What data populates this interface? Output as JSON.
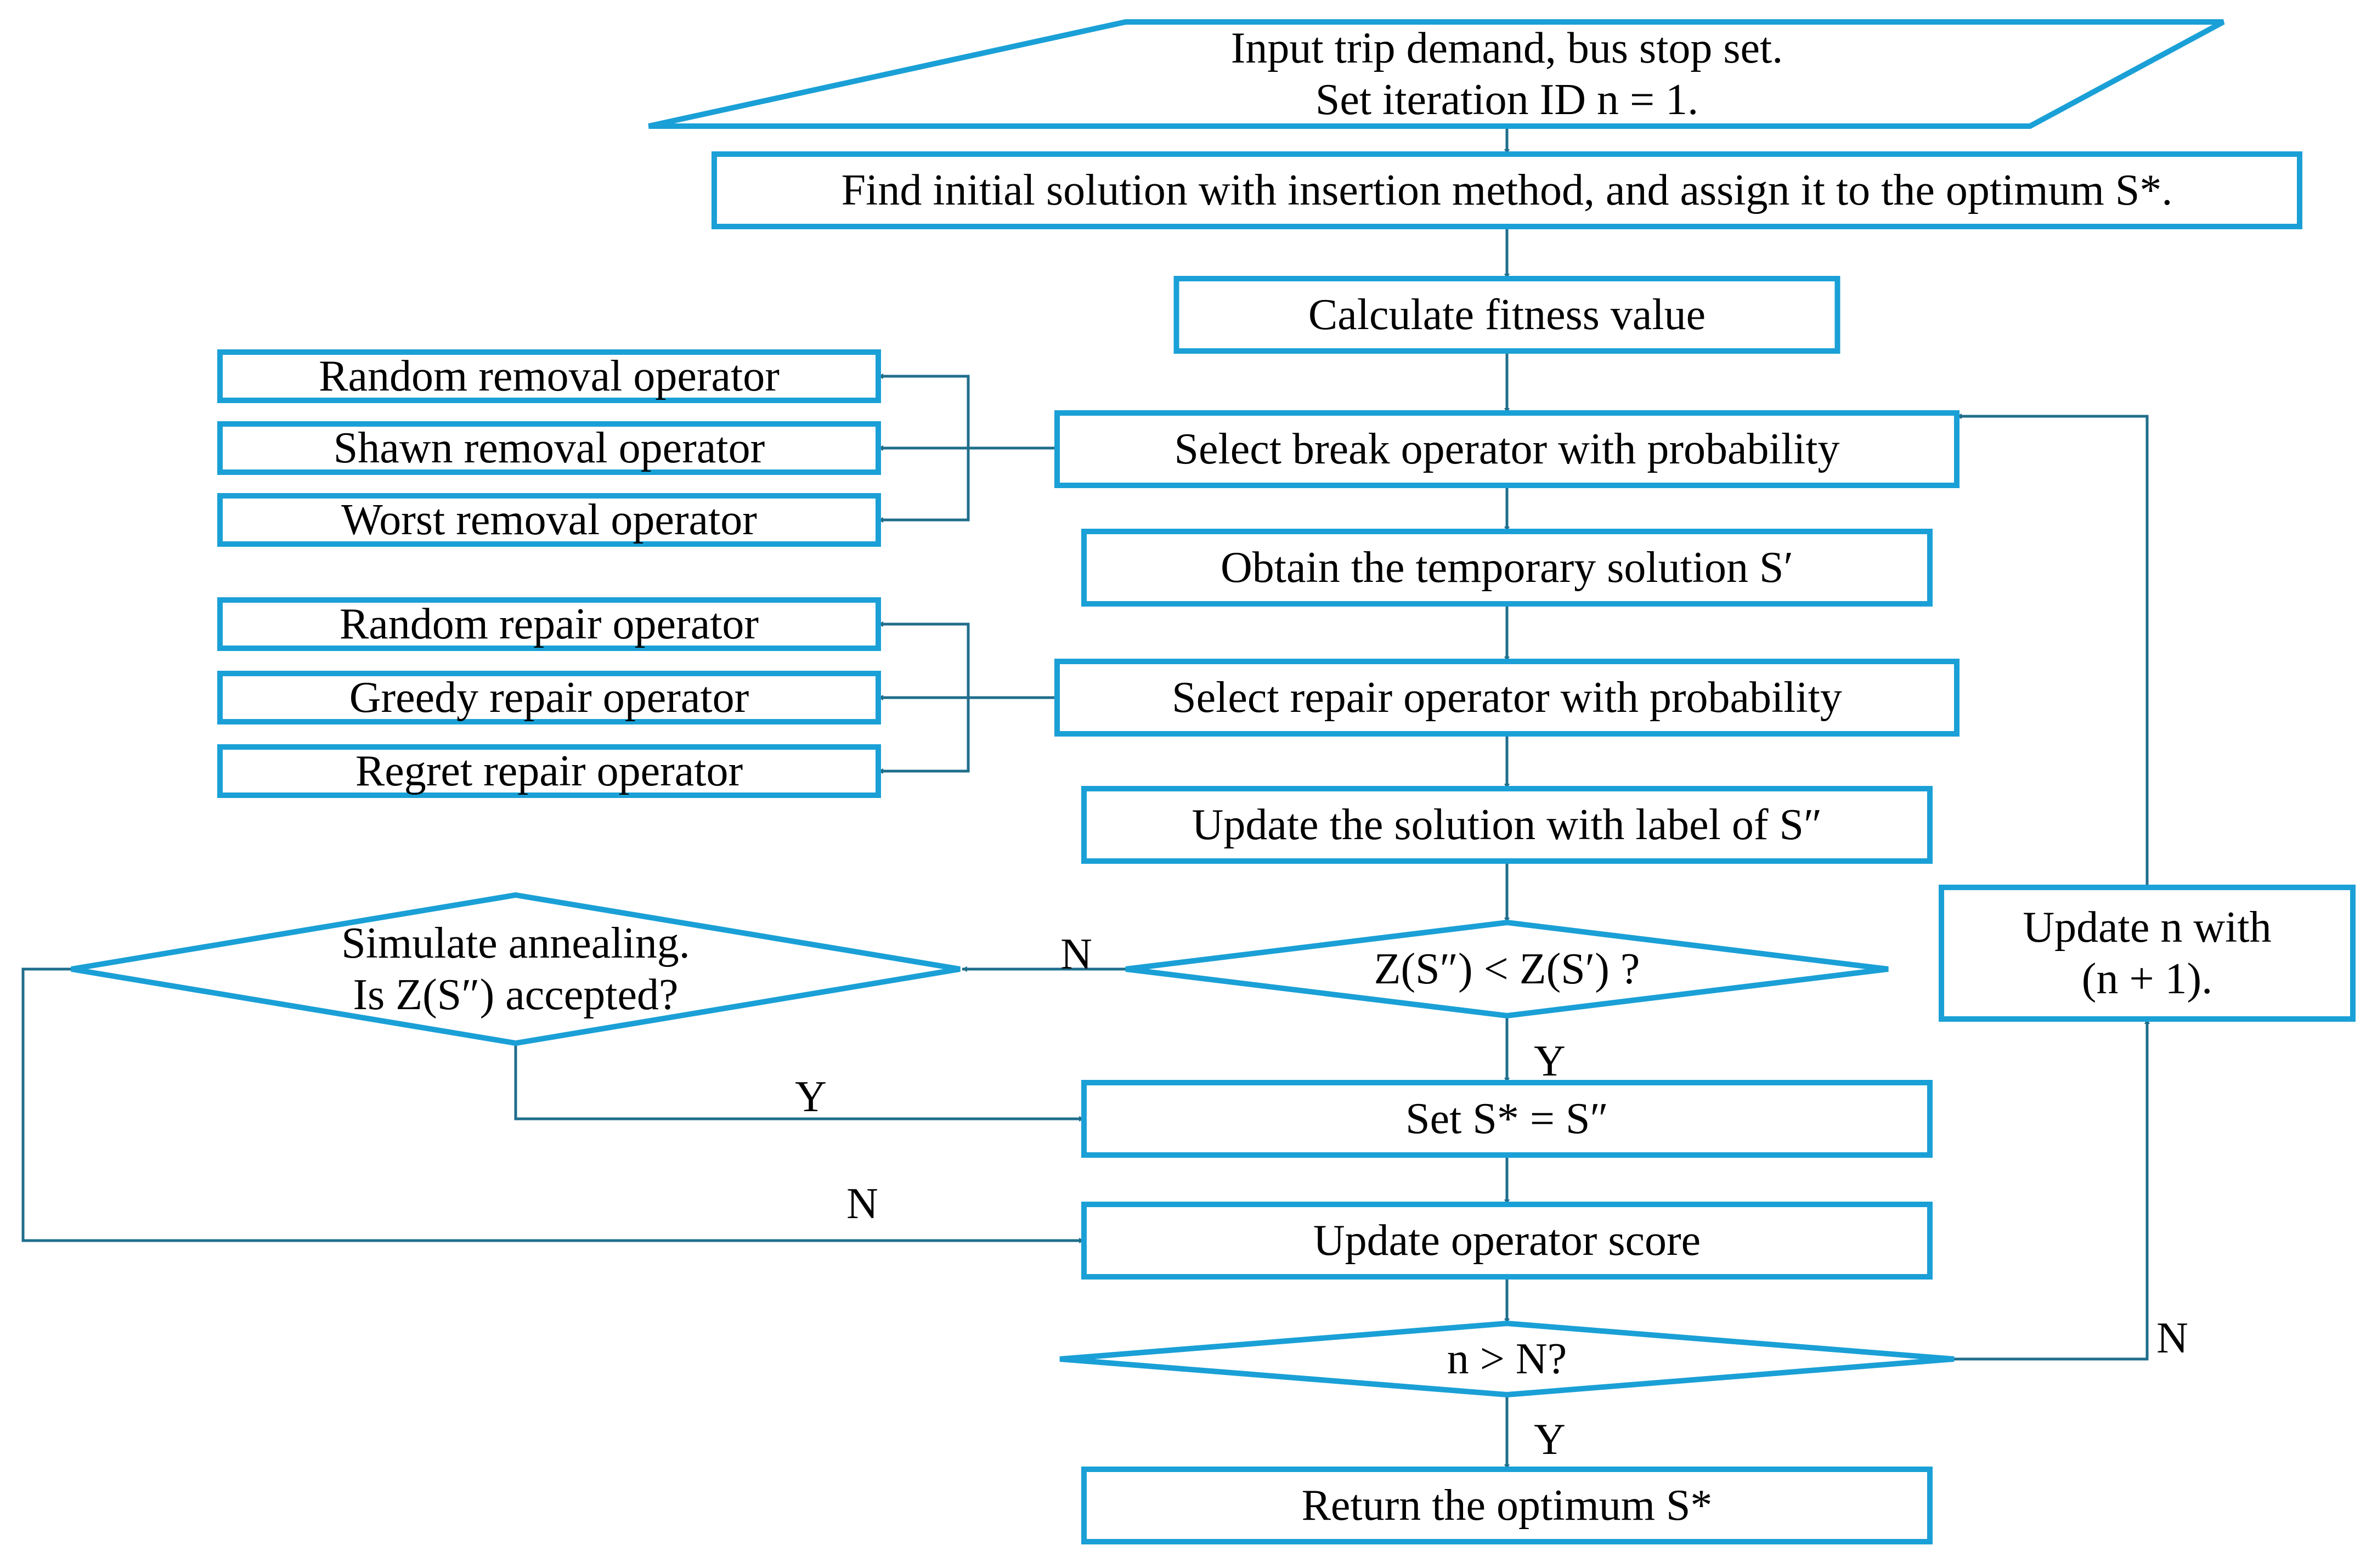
{
  "diagram": {
    "colors": {
      "box_stroke": "#1aa0d6",
      "arrow": "#1f6e8c",
      "text": "#000000",
      "background": "#ffffff"
    },
    "nodes": {
      "input": {
        "lines": [
          "Input trip demand, bus stop set.",
          "Set iteration ID n = 1."
        ]
      },
      "init": {
        "lines": [
          "Find initial solution with insertion method, and assign it to the optimum S*."
        ]
      },
      "fitness": {
        "lines": [
          "Calculate fitness value"
        ]
      },
      "break_select": {
        "lines": [
          "Select break operator with probability"
        ]
      },
      "temp": {
        "lines": [
          "Obtain the temporary solution S′"
        ]
      },
      "repair_select": {
        "lines": [
          "Select repair operator with probability"
        ]
      },
      "update_label": {
        "lines": [
          "Update the solution with label of S″"
        ]
      },
      "compare": {
        "lines": [
          "Z(S″) < Z(S′) ?"
        ]
      },
      "sa": {
        "lines": [
          "Simulate annealing.",
          "Is Z(S″) accepted?"
        ]
      },
      "set_opt": {
        "lines": [
          "Set S* = S″"
        ]
      },
      "score": {
        "lines": [
          "Update operator score"
        ]
      },
      "check_n": {
        "lines": [
          "n > N?"
        ]
      },
      "ret": {
        "lines": [
          "Return the optimum S*"
        ]
      },
      "update_n": {
        "lines": [
          "Update n with",
          "(n + 1)."
        ]
      },
      "random_removal": {
        "lines": [
          "Random removal operator"
        ]
      },
      "shawn_removal": {
        "lines": [
          "Shawn removal operator"
        ]
      },
      "worst_removal": {
        "lines": [
          "Worst removal operator"
        ]
      },
      "random_repair": {
        "lines": [
          "Random repair operator"
        ]
      },
      "greedy_repair": {
        "lines": [
          "Greedy repair operator"
        ]
      },
      "regret_repair": {
        "lines": [
          "Regret repair operator"
        ]
      }
    },
    "edge_labels": {
      "compare_no": "N",
      "compare_yes": "Y",
      "sa_yes": "Y",
      "sa_no": "N",
      "check_no": "N",
      "check_yes": "Y"
    }
  }
}
